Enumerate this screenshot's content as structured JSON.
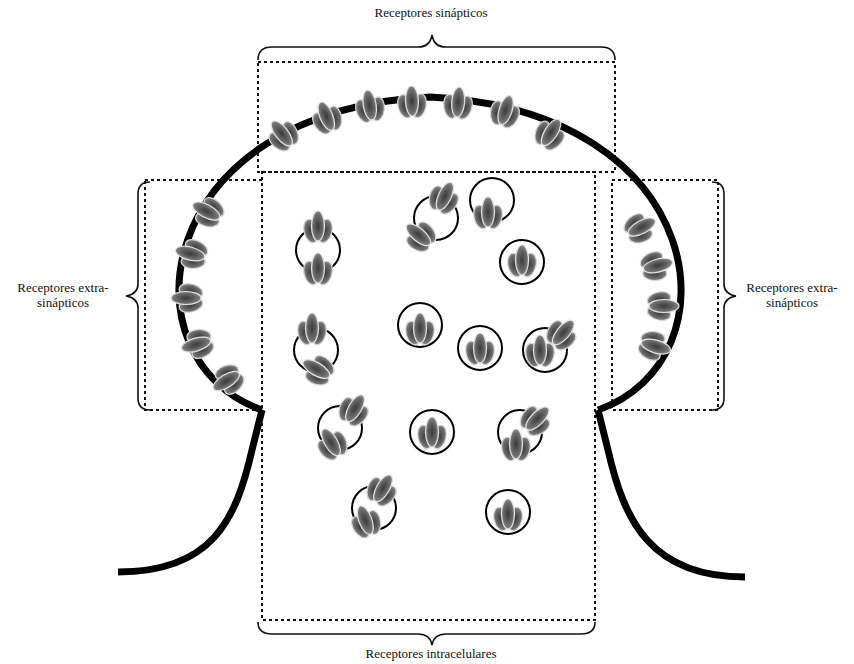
{
  "diagram": {
    "labels": [
      "Receptores sinápticos",
      "Receptores extra-sinápticos",
      "Receptores extra-sinápticos",
      "Receptores intracelulares"
    ]
  }
}
